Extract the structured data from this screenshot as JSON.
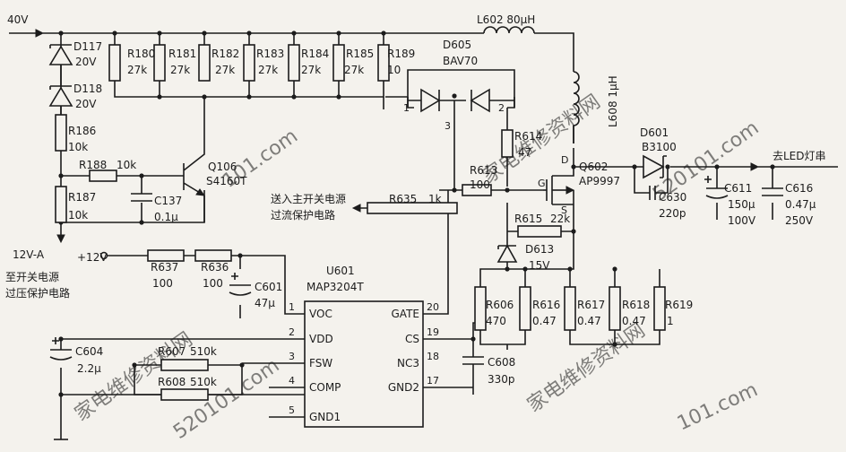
{
  "nets": {
    "v40": "40V",
    "v12a": "12V-A",
    "v12": "+12V",
    "to_led": "去LED灯串",
    "ovp_line1": "至开关电源",
    "ovp_line2": "过压保护电路",
    "ocp_line1": "送入主开关电源",
    "ocp_line2": "过流保护电路"
  },
  "resistors": {
    "r180": {
      "name": "R180",
      "value": "27k"
    },
    "r181": {
      "name": "R181",
      "value": "27k"
    },
    "r182": {
      "name": "R182",
      "value": "27k"
    },
    "r183": {
      "name": "R183",
      "value": "27k"
    },
    "r184": {
      "name": "R184",
      "value": "27k"
    },
    "r185": {
      "name": "R185",
      "value": "27k"
    },
    "r189": {
      "name": "R189",
      "value": "10"
    },
    "r186": {
      "name": "R186",
      "value": "10k"
    },
    "r188": {
      "name": "R188",
      "value": "10k"
    },
    "r187": {
      "name": "R187",
      "value": "10k"
    },
    "r637": {
      "name": "R637",
      "value": "100"
    },
    "r636": {
      "name": "R636",
      "value": "100"
    },
    "r607": {
      "name": "R607",
      "value": "510k"
    },
    "r608": {
      "name": "R608",
      "value": "510k"
    },
    "r614": {
      "name": "R614",
      "value": "47"
    },
    "r613": {
      "name": "R613",
      "value": "100"
    },
    "r635": {
      "name": "R635",
      "value": "1k"
    },
    "r615": {
      "name": "R615",
      "value": "22k"
    },
    "r606": {
      "name": "R606",
      "value": "470"
    },
    "r616": {
      "name": "R616",
      "value": "0.47"
    },
    "r617": {
      "name": "R617",
      "value": "0.47"
    },
    "r618": {
      "name": "R618",
      "value": "0.47"
    },
    "r619": {
      "name": "R619",
      "value": "1"
    }
  },
  "diodes": {
    "d117": {
      "name": "D117",
      "value": "20V"
    },
    "d118": {
      "name": "D118",
      "value": "20V"
    },
    "d605": {
      "name": "D605",
      "value": "BAV70"
    },
    "d613": {
      "name": "D613",
      "value": "15V"
    },
    "d601": {
      "name": "D601",
      "value": "B3100"
    }
  },
  "capacitors": {
    "c137": {
      "name": "C137",
      "value": "0.1μ"
    },
    "c601": {
      "name": "C601",
      "value": "47μ"
    },
    "c604": {
      "name": "C604",
      "value": "2.2μ"
    },
    "c608": {
      "name": "C608",
      "value": "330p"
    },
    "c630": {
      "name": "C630",
      "value": "220p"
    },
    "c611": {
      "name": "C611",
      "value": "150μ",
      "value2": "100V"
    },
    "c616": {
      "name": "C616",
      "value": "0.47μ",
      "value2": "250V"
    }
  },
  "inductors": {
    "l602": {
      "label": "L602  80μH"
    },
    "l608": {
      "label": "L608 1μH"
    }
  },
  "transistors": {
    "q106": {
      "name": "Q106",
      "value": "S4160T"
    },
    "q602": {
      "name": "Q602",
      "value": "AP9997",
      "d": "D",
      "g": "G",
      "s": "S"
    }
  },
  "ic": {
    "name": "U601",
    "part": "MAP3204T",
    "left_pins": [
      {
        "num": "1",
        "name": "VOC"
      },
      {
        "num": "2",
        "name": "VDD"
      },
      {
        "num": "3",
        "name": "FSW"
      },
      {
        "num": "4",
        "name": "COMP"
      },
      {
        "num": "5",
        "name": "GND1"
      }
    ],
    "right_pins": [
      {
        "num": "20",
        "name": "GATE"
      },
      {
        "num": "19",
        "name": "CS"
      },
      {
        "num": "18",
        "name": "NC3"
      },
      {
        "num": "17",
        "name": "GND2"
      }
    ]
  },
  "pin_marks": {
    "d605_left": "1",
    "d605_right": "2",
    "d605_bottom": "3"
  },
  "watermarks": {
    "w1": "家电维修资料网",
    "w2": "家电维修资料网",
    "w3": "家电维修资料网",
    "w4": "101.com",
    "w5": "520101.com",
    "w6": "520101.com",
    "w7": "101.com"
  }
}
